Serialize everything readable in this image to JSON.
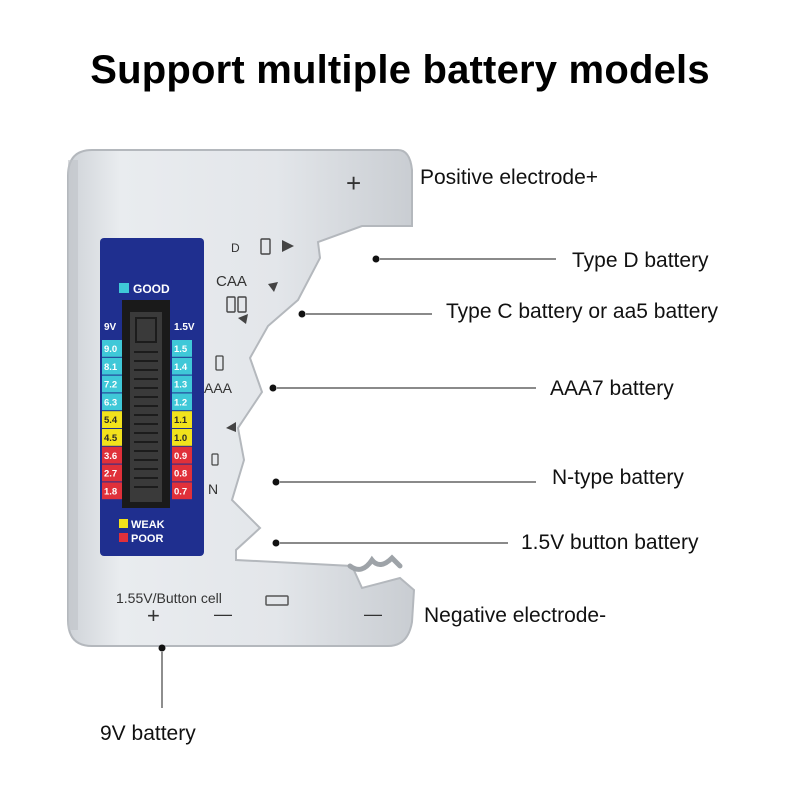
{
  "title": "Support multiple battery models",
  "labels": {
    "positive": "Positive electrode+",
    "type_d": "Type D battery",
    "type_c": "Type C battery or aa5 battery",
    "aaa": "AAA7 battery",
    "n_type": "N-type battery",
    "button": "1.5V button battery",
    "negative": "Negative electrode-",
    "nine_v": "9V battery"
  },
  "device": {
    "slot_labels": {
      "d": "D",
      "caa": "CAA",
      "aaa": "AAA",
      "n": "N"
    },
    "button_cell_label": "1.55V/Button cell",
    "plus": "+",
    "minus": "—",
    "big_plus": "+",
    "meter": {
      "good_label": "GOOD",
      "weak_label": "WEAK",
      "poor_label": "POOR",
      "left_header": "9V",
      "right_header": "1.5V",
      "left_scale": [
        "9.0",
        "8.1",
        "7.2",
        "6.3",
        "5.4",
        "4.5",
        "3.6",
        "2.7",
        "1.8"
      ],
      "right_scale": [
        "1.5",
        "1.4",
        "1.3",
        "1.2",
        "1.1",
        "1.0",
        "0.9",
        "0.8",
        "0.7"
      ],
      "scale_levels": [
        "good",
        "good",
        "good",
        "good",
        "weak",
        "weak",
        "poor",
        "poor",
        "poor"
      ],
      "colors": {
        "good": "#3fc8d8",
        "weak": "#f2e21c",
        "poor": "#e0303a",
        "panel": "#1f2f8f"
      }
    }
  }
}
